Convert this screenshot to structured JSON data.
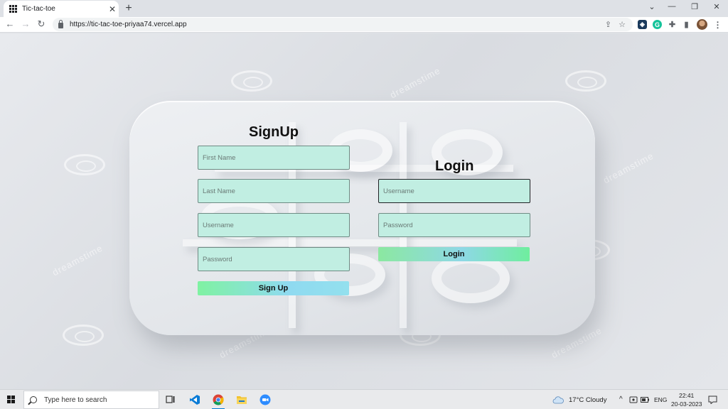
{
  "browser": {
    "tab_title": "Tic-tac-toe",
    "tab_close": "✕",
    "new_tab": "+",
    "url": "https://tic-tac-toe-priyaa74.vercel.app",
    "window_controls": {
      "list": "⌄",
      "minimize": "—",
      "restore": "❐",
      "close": "✕"
    },
    "nav": {
      "back": "←",
      "forward": "→",
      "reload": "↻"
    },
    "omnibox_icons": {
      "share": "⇪",
      "bookmark": "☆"
    },
    "extensions": {
      "puzzle": "✚",
      "sidepanel": "▮",
      "menu": "⋮"
    }
  },
  "watermark": {
    "text": "dreamstime"
  },
  "signup": {
    "title": "SignUp",
    "first_name_placeholder": "First Name",
    "last_name_placeholder": "Last Name",
    "username_placeholder": "Username",
    "password_placeholder": "Password",
    "button_label": "Sign Up"
  },
  "login": {
    "title": "Login",
    "username_placeholder": "Username",
    "password_placeholder": "Password",
    "button_label": "Login"
  },
  "taskbar": {
    "search_placeholder": "Type here to search",
    "weather": "17°C  Cloudy",
    "language": "ENG",
    "time": "22:41",
    "date": "20-03-2023",
    "tray_chevron": "^"
  },
  "colors": {
    "field_bg": "#c1eee2",
    "button_gradient_start": "#7ff2a2",
    "button_gradient_mid": "#8fdaf0",
    "taskbar_active": "#0078d4"
  }
}
